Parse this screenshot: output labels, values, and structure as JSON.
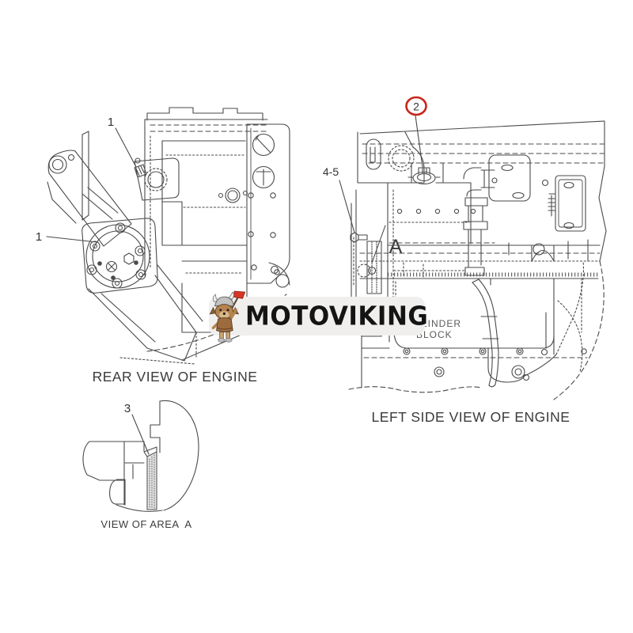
{
  "image_type": "engine-parts-diagram",
  "colors": {
    "line": "#4a4a4a",
    "callout_red": "#c8251b",
    "annotation": "#5a5a5a",
    "caption": "#3b3b3b",
    "watermark_box": "#f0efee",
    "brand_text": "#141414",
    "flag_red": "#d93425"
  },
  "views": {
    "rear": {
      "caption": "REAR VIEW OF ENGINE",
      "callout_1a": "1",
      "callout_1b": "1"
    },
    "left_side": {
      "caption": "LEFT SIDE VIEW OF ENGINE",
      "callout_2": "2",
      "callout_45": "4-5",
      "area_label": "A",
      "block_text_line1": "LINDER",
      "block_text_line2": "BLOCK"
    },
    "area_a": {
      "caption": "VIEW OF AREA  A",
      "callout_3": "3"
    }
  },
  "watermark": {
    "brand": "MOTOVIKING",
    "mascot": "viking-dog-with-axe"
  }
}
